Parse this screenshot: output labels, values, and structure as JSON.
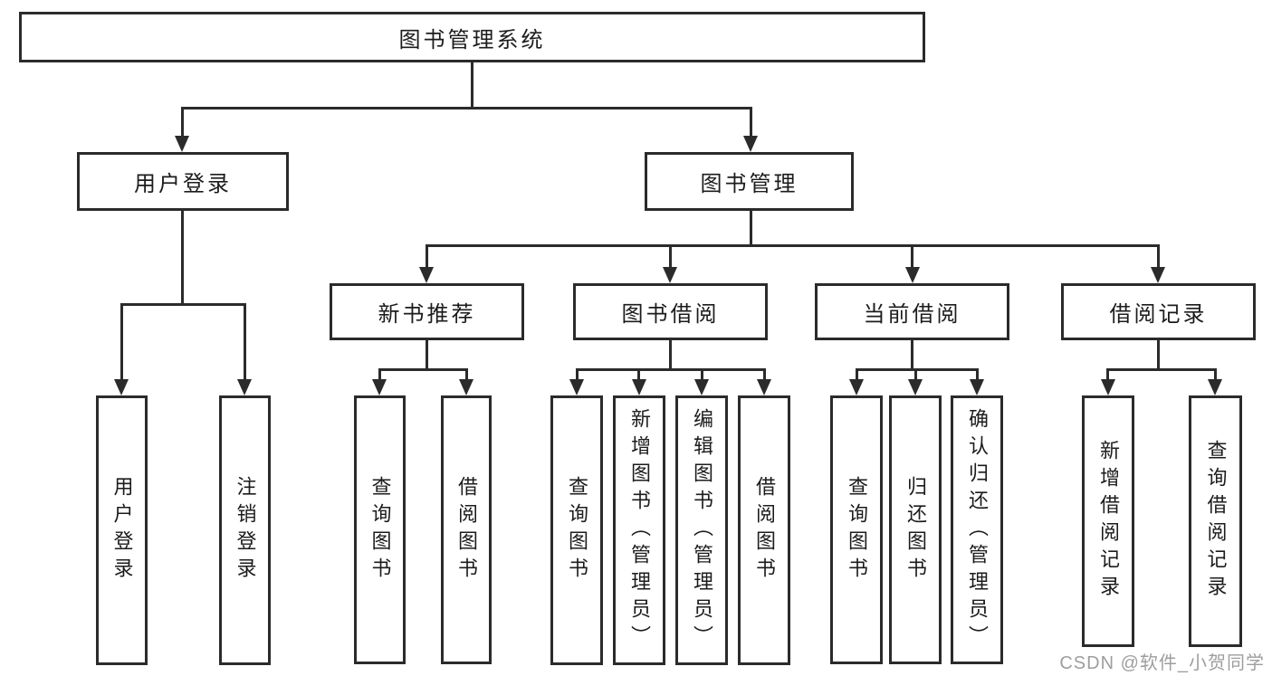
{
  "diagram": {
    "root": {
      "label": "图书管理系统"
    },
    "branches": [
      {
        "label": "用户登录",
        "children": [
          {
            "label": "用户登录"
          },
          {
            "label": "注销登录"
          }
        ]
      },
      {
        "label": "图书管理",
        "children": [
          {
            "label": "新书推荐",
            "children": [
              {
                "label": "查询图书"
              },
              {
                "label": "借阅图书"
              }
            ]
          },
          {
            "label": "图书借阅",
            "children": [
              {
                "label": "查询图书"
              },
              {
                "label": "新增图书（管理员）"
              },
              {
                "label": "编辑图书（管理员）"
              },
              {
                "label": "借阅图书"
              }
            ]
          },
          {
            "label": "当前借阅",
            "children": [
              {
                "label": "查询图书"
              },
              {
                "label": "归还图书"
              },
              {
                "label": "确认归还（管理员）"
              }
            ]
          },
          {
            "label": "借阅记录",
            "children": [
              {
                "label": "新增借阅记录"
              },
              {
                "label": "查询借阅记录"
              }
            ]
          }
        ]
      }
    ]
  },
  "watermark": {
    "text": "CSDN @软件_小贺同学"
  },
  "colors": {
    "line": "#2b2b2b",
    "border": "#2b2b2b",
    "text": "#1c1c1c",
    "background": "#ffffff",
    "watermark": "#9e9e9e"
  }
}
